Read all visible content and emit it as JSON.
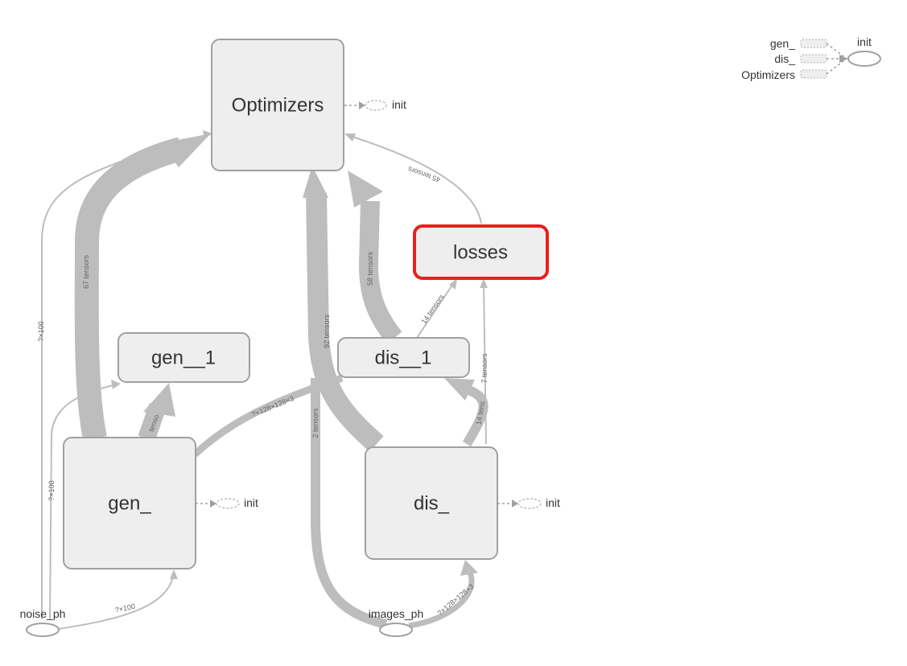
{
  "nodes": {
    "optimizers": "Optimizers",
    "losses": "losses",
    "gen_1": "gen__1",
    "dis_1": "dis__1",
    "gen": "gen_",
    "dis": "dis_",
    "noise_ph": "noise_ph",
    "images_ph": "images_ph"
  },
  "init_labels": {
    "optimizers": "init",
    "gen": "init",
    "dis": "init"
  },
  "edge_labels": {
    "gen_to_opt": "67 tensors",
    "noise_to_opt": "?×100",
    "noise_to_gen1": "?×100",
    "noise_to_gen": "?×100",
    "gen_to_gen1": "tenso",
    "gen_to_dis1": "?×128×128×3",
    "images_to_opt": "92 tensors",
    "images_to_dis": "2 tensors",
    "dis1_to_opt": "58 tensors",
    "dis1_to_losses": "14 tensors",
    "losses_to_opt": "45 tensors",
    "dis_to_losses": "7 tensors",
    "dis_to_dis1": "14 tens",
    "images_ph_to_dis": "?×128×128×3"
  },
  "legend": {
    "title": "init",
    "items": [
      "gen_",
      "dis_",
      "Optimizers"
    ]
  },
  "colors": {
    "node_fill": "#eeeeee",
    "node_stroke": "#a0a0a0",
    "selected_stroke": "#e8201c",
    "edge": "#bdbdbd"
  }
}
